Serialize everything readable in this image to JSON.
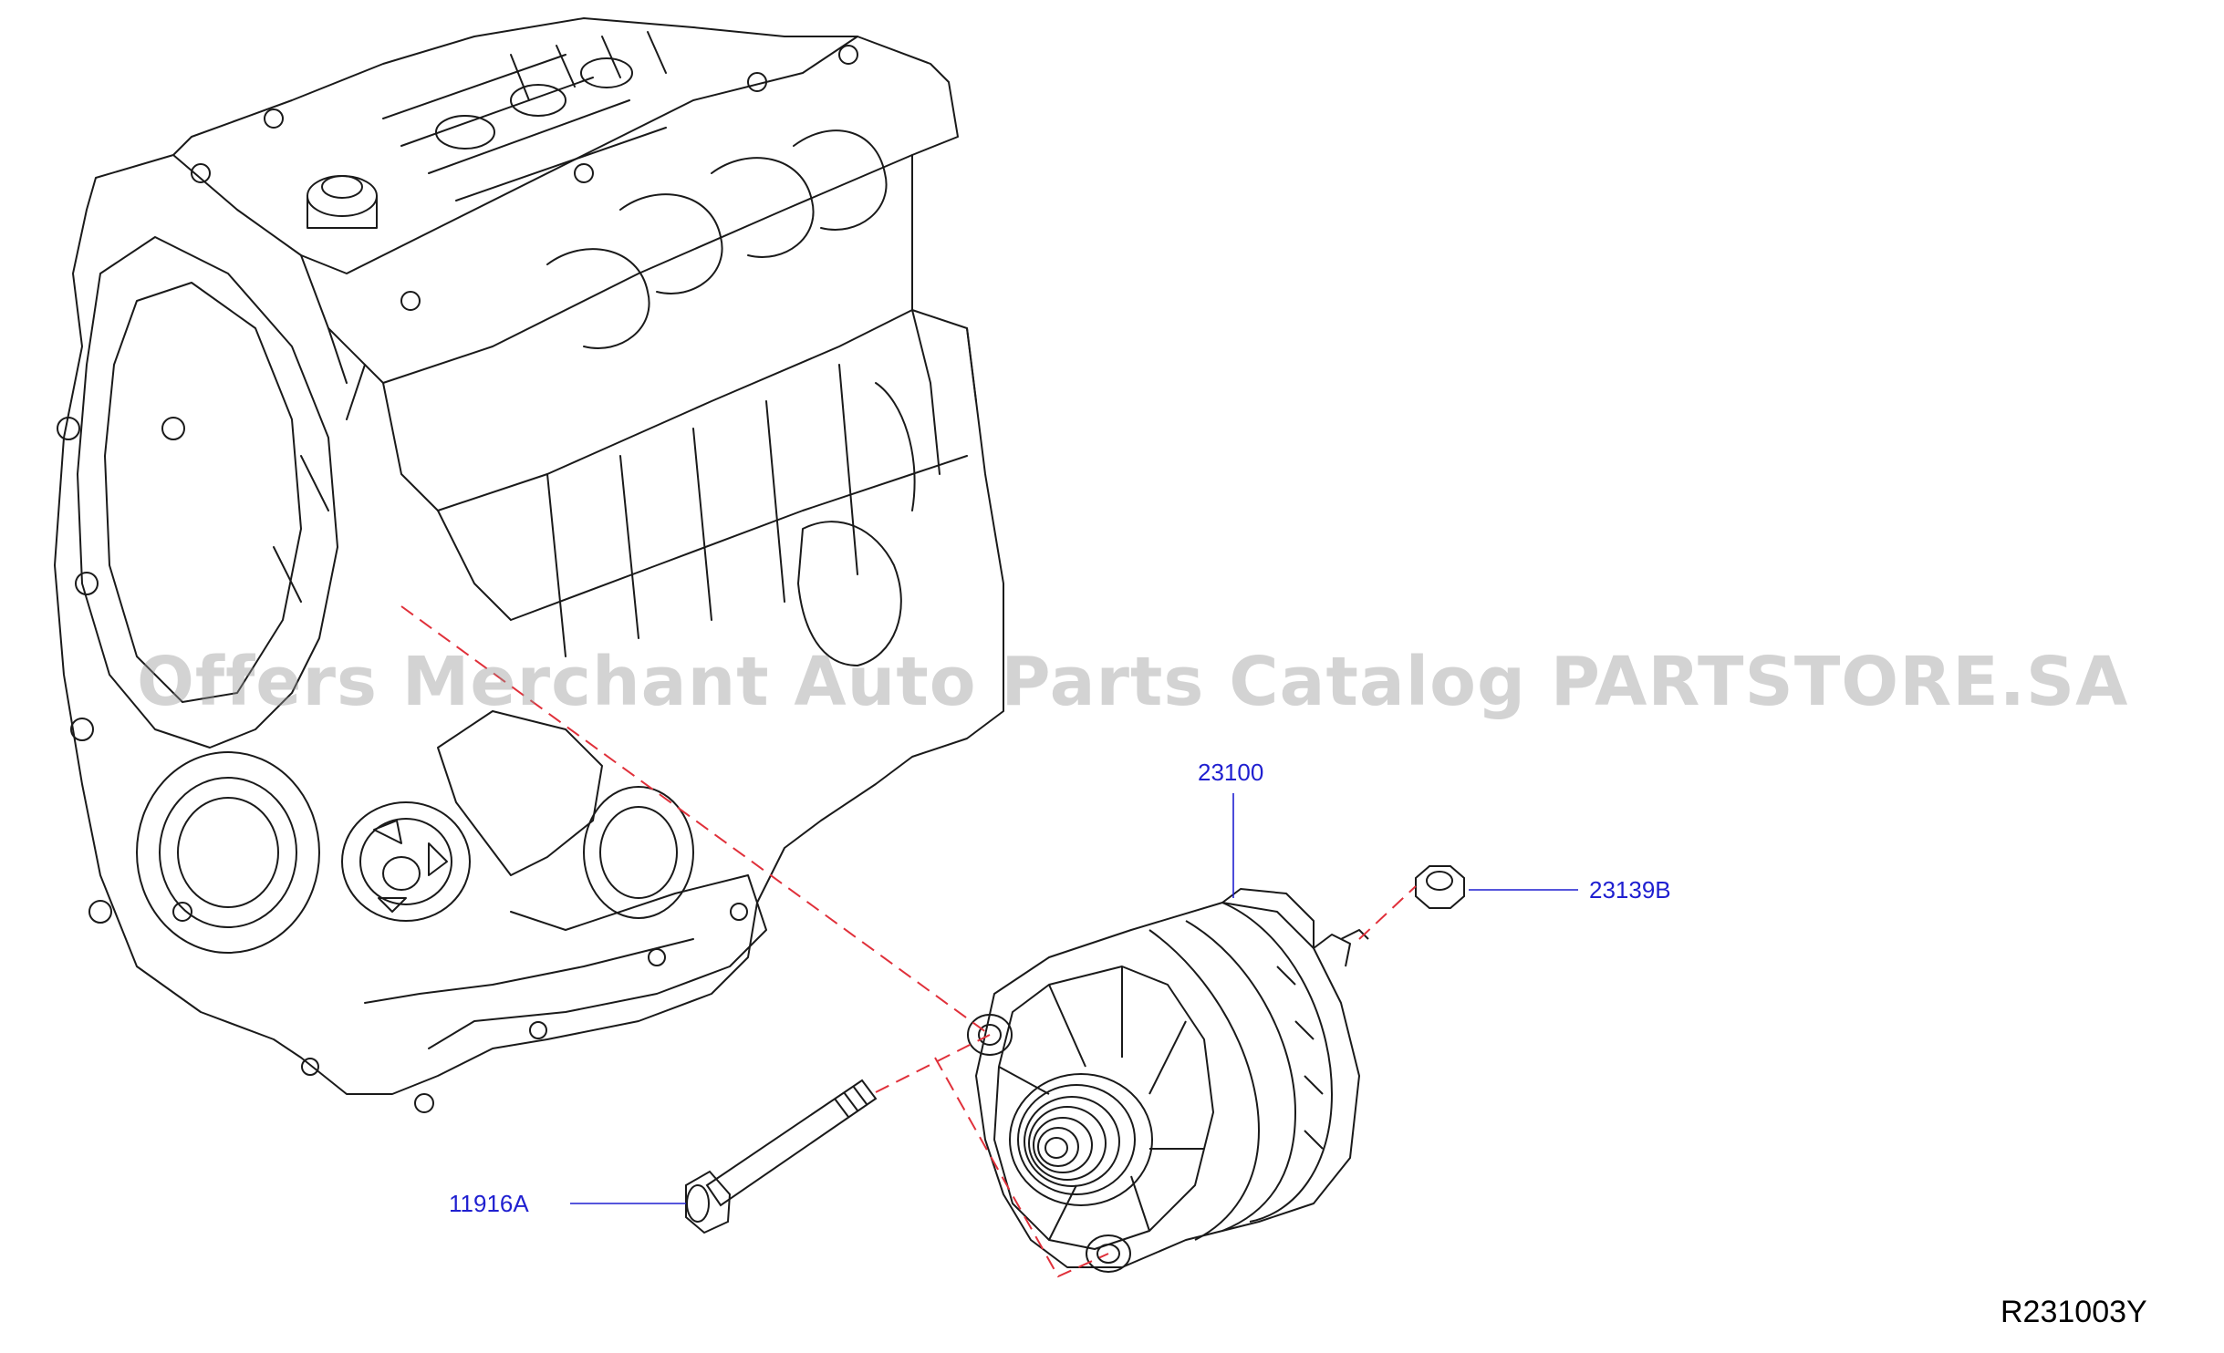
{
  "watermark": "Offers Merchant Auto Parts Catalog PARTSTORE.SA",
  "diagram_id": "R231003Y",
  "callouts": {
    "alternator": "23100",
    "nut": "23139B",
    "bolt": "11916A"
  },
  "colors": {
    "callout_text": "#1f1fd0",
    "leader_line": "#1f1fd0",
    "dashed_line": "#e0303a",
    "drawing_line": "#1a1a1a",
    "watermark": "#969696"
  }
}
